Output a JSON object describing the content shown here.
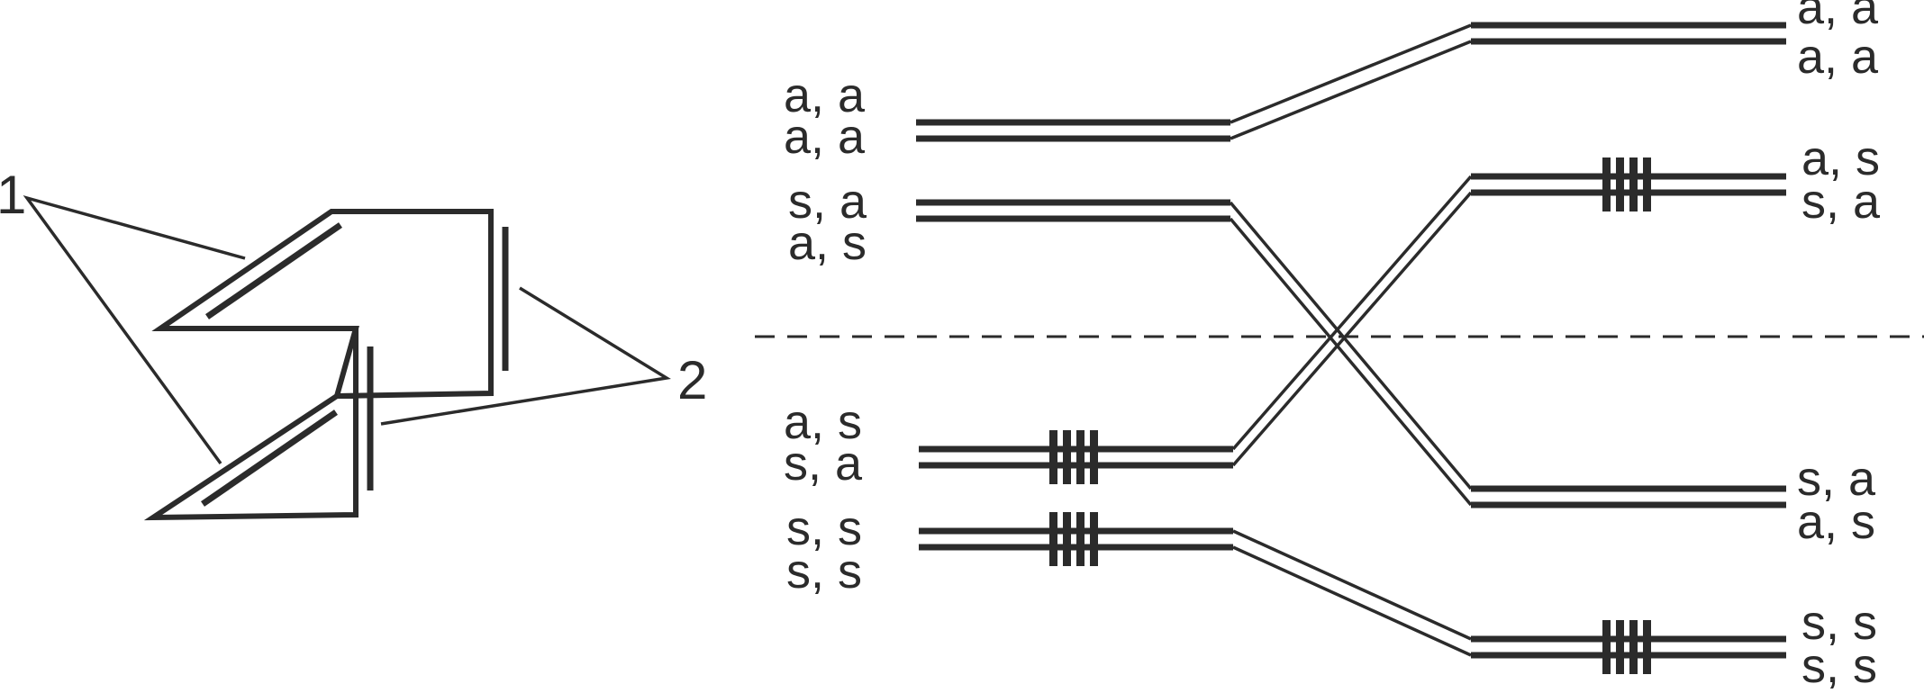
{
  "callouts": {
    "label_1": "1",
    "label_2": "2"
  },
  "levels_left": {
    "aa": [
      "a, a",
      "a, a"
    ],
    "sa": [
      "s, a",
      "a, s"
    ],
    "as": [
      "a, s",
      "s, a"
    ],
    "ss": [
      "s, s",
      "s, s"
    ]
  },
  "levels_right": {
    "aa": [
      "a, a",
      "a, a"
    ],
    "as": [
      "a, s",
      "s, a"
    ],
    "sa": [
      "s, a",
      "a, s"
    ],
    "ss": [
      "s, s",
      "s, s"
    ]
  },
  "colors": {
    "ink": "#2b2b2b",
    "background": "#ffffff"
  }
}
